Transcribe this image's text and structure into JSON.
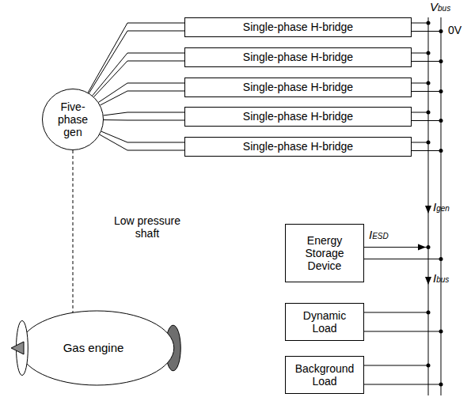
{
  "diagram": {
    "nodes": [
      {
        "text": [
          "Five-phase gen"
        ]
      },
      {
        "text": [
          "Single-phase H-bridge"
        ]
      },
      {
        "text": [
          "Single-phase H-bridge"
        ]
      },
      {
        "text": [
          "Single-phase H-bridge"
        ]
      },
      {
        "text": [
          "Single-phase H-bridge"
        ]
      },
      {
        "text": [
          "Single-phase H-bridge"
        ]
      },
      {
        "text": [
          "Energy Storage Device"
        ]
      },
      {
        "text": [
          "Dynamic Load"
        ]
      },
      {
        "text": [
          "Background Load"
        ]
      },
      {
        "text": [
          "Gas engine"
        ]
      }
    ],
    "edges": [
      {
        "from": 0,
        "to": 1,
        "arrow": "none"
      },
      {
        "from": 0,
        "to": 2,
        "arrow": "none"
      },
      {
        "from": 0,
        "to": 3,
        "arrow": "none"
      },
      {
        "from": 0,
        "to": 4,
        "arrow": "none"
      },
      {
        "from": 0,
        "to": 5,
        "arrow": "none"
      },
      {
        "from": 0,
        "to": 9,
        "label": "Low pressure shaft",
        "arrow": "none"
      }
    ],
    "labels": [
      "Vbus",
      "0V",
      "Igen",
      "IESD",
      "Ibus"
    ]
  }
}
